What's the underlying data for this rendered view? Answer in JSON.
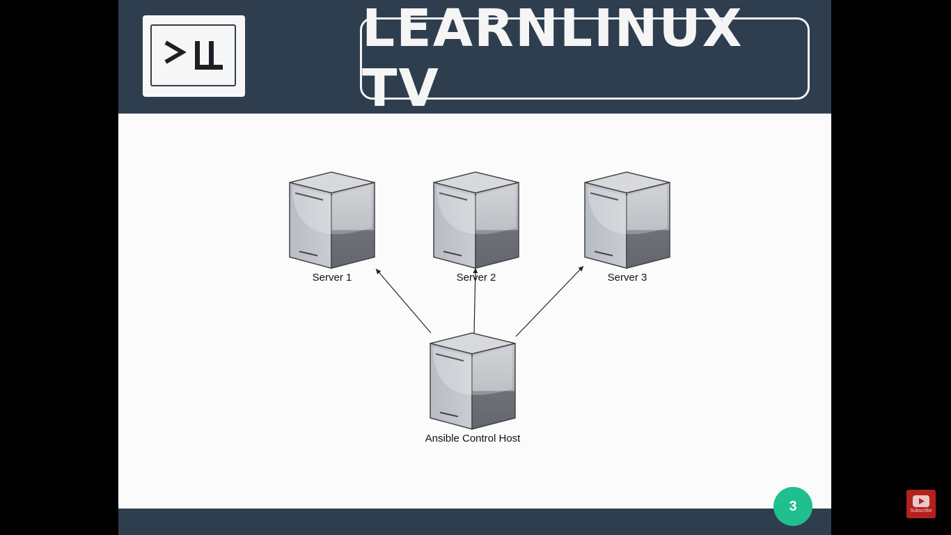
{
  "slide": {
    "brand_title": "LEARNLINUX TV",
    "page_number": "3",
    "logo_icon": "terminal-logo-icon"
  },
  "diagram": {
    "servers": [
      {
        "label": "Server 1"
      },
      {
        "label": "Server 2"
      },
      {
        "label": "Server 3"
      }
    ],
    "control_host": {
      "label": "Ansible Control Host"
    }
  },
  "overlay": {
    "subscribe_label": "Subscribe",
    "subscribe_icon": "youtube-play-icon"
  },
  "colors": {
    "header": "#2e3e4f",
    "badge": "#1fbf8f",
    "subscribe": "#b3211f"
  }
}
